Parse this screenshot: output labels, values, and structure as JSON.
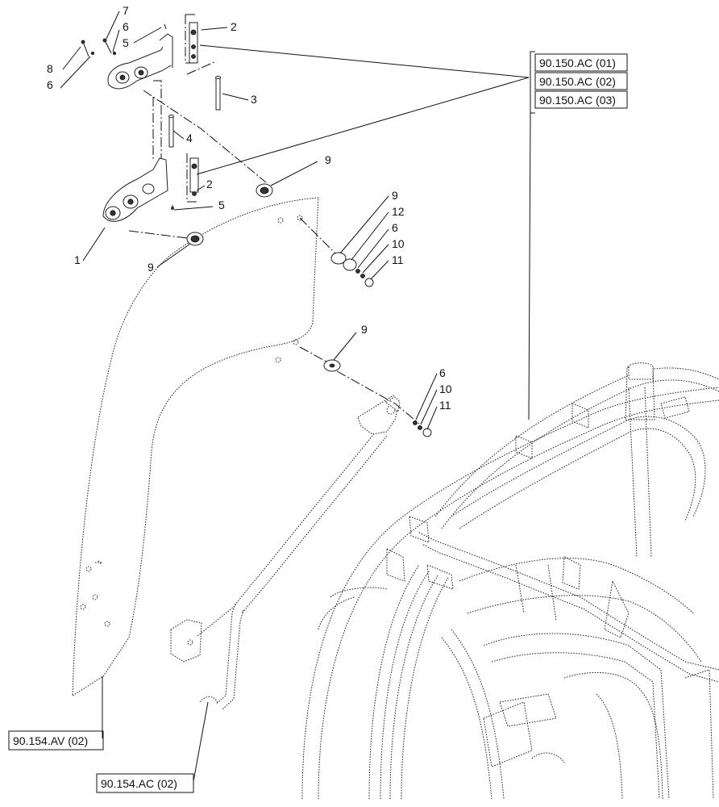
{
  "callouts": {
    "c7": "7",
    "c6a": "6",
    "c5a": "5",
    "c8": "8",
    "c6b": "6",
    "c2a": "2",
    "c3": "3",
    "c4": "4",
    "c9a": "9",
    "c2b": "2",
    "c5b": "5",
    "c1": "1",
    "c9b": "9",
    "c9c": "9",
    "c12": "12",
    "c6c": "6",
    "c10a": "10",
    "c11a": "11",
    "c9d": "9",
    "c6d": "6",
    "c10b": "10",
    "c11b": "11"
  },
  "references": {
    "ref_ac01": "90.150.AC (01)",
    "ref_ac02": "90.150.AC (02)",
    "ref_ac03": "90.150.AC (03)",
    "ref_av02": "90.154.AV (02)",
    "ref_ac02b": "90.154.AC (02)"
  }
}
